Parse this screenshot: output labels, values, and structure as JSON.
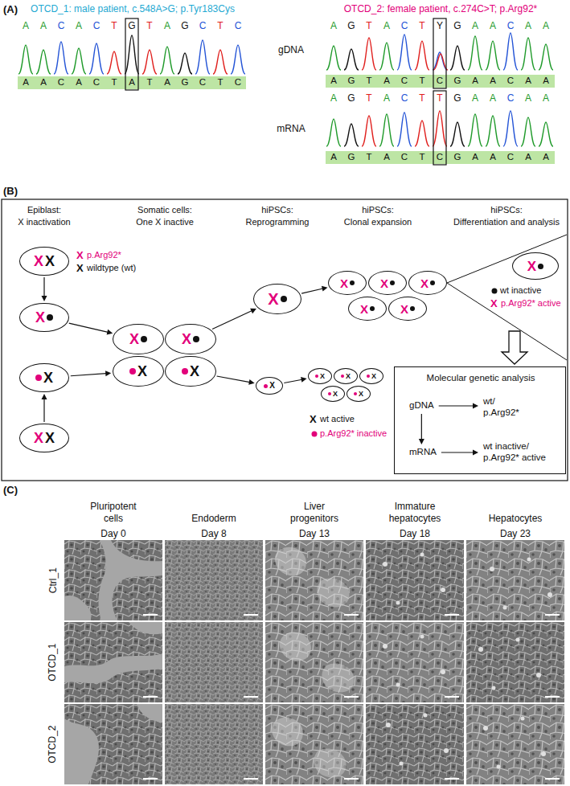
{
  "diagram": {
    "nodes": [
      {
        "text": [
          "X",
          "X"
        ]
      },
      {
        "text": [
          "X"
        ]
      },
      {
        "text": [
          "X"
        ]
      },
      {
        "text": [
          "X",
          "X"
        ]
      },
      {
        "text": [
          "X"
        ]
      },
      {
        "text": [
          "X"
        ]
      },
      {
        "text": [
          "X"
        ]
      },
      {
        "text": [
          "X"
        ]
      },
      {
        "text": [
          "X"
        ]
      },
      {
        "text": [
          "X"
        ]
      },
      {
        "text": [
          "X"
        ]
      },
      {
        "text": [
          "X"
        ]
      },
      {
        "text": [
          "X"
        ]
      },
      {
        "text": [
          "X"
        ]
      },
      {
        "text": [
          "X"
        ]
      },
      {
        "text": [
          "X"
        ]
      },
      {
        "text": [
          "X"
        ]
      },
      {
        "text": [
          "X"
        ]
      },
      {
        "text": [
          "X"
        ]
      },
      {
        "text": [
          "X"
        ]
      },
      {
        "text": [
          "X"
        ]
      },
      {
        "text": [
          "Molecular genetic analysis",
          "gDNA",
          "wt/ p.Arg92*",
          "mRNA",
          "wt inactive/ p.Arg92* active"
        ]
      }
    ],
    "edges": [
      {
        "from": 0,
        "to": 1,
        "arrow": "to"
      },
      {
        "from": 3,
        "to": 2,
        "arrow": "to"
      },
      {
        "from": 1,
        "to": 4,
        "arrow": "to"
      },
      {
        "from": 2,
        "to": 6,
        "arrow": "to"
      },
      {
        "from": 5,
        "to": 8,
        "arrow": "to"
      },
      {
        "from": 7,
        "to": 9,
        "arrow": "to"
      },
      {
        "from": 8,
        "to": 10,
        "arrow": "to"
      },
      {
        "from": 9,
        "to": 15,
        "arrow": "to"
      }
    ],
    "labels": [
      "(A)",
      "OTCD_1: male patient, c.548A>G; p.Tyr183Cys",
      "OTCD_2: female patient, c.274C>T; p.Arg92*",
      "A",
      "A",
      "C",
      "A",
      "C",
      "T",
      "G",
      "T",
      "A",
      "G",
      "C",
      "T",
      "C",
      "A",
      "G",
      "T",
      "A",
      "C",
      "T",
      "Y",
      "G",
      "A",
      "A",
      "C",
      "A",
      "A",
      "gDNA",
      "A",
      "A",
      "C",
      "A",
      "C",
      "T",
      "A",
      "T",
      "A",
      "G",
      "C",
      "T",
      "C",
      "A",
      "G",
      "T",
      "A",
      "C",
      "T",
      "C",
      "G",
      "A",
      "A",
      "C",
      "A",
      "A",
      "mRNA",
      "A",
      "G",
      "T",
      "A",
      "C",
      "T",
      "T",
      "G",
      "A",
      "A",
      "C",
      "A",
      "A",
      "A",
      "G",
      "T",
      "A",
      "C",
      "T",
      "C",
      "G",
      "A",
      "A",
      "C",
      "A",
      "A",
      "(B)",
      "Epiblast:",
      "X inactivation",
      "Somatic cells:",
      "One X inactive",
      "hiPSCs:",
      "Reprogramming",
      "hiPSCs:",
      "Clonal expansion",
      "hiPSCs:",
      "Differentiation and analysis",
      "X",
      "p.Arg92*",
      "X",
      "wildtype (wt)",
      "wt inactive",
      "X",
      "p.Arg92* active",
      "X",
      "wt active",
      "p.Arg92* inactive",
      "(C)",
      "Pluripotent cells",
      "Endoderm",
      "Liver progenitors",
      "Immature hepatocytes",
      "Hepatocytes",
      "Day 0",
      "Day 8",
      "Day 13",
      "Day 18",
      "Day 23",
      "Ctrl_1",
      "OTCD_1",
      "OTCD_2"
    ]
  }
}
